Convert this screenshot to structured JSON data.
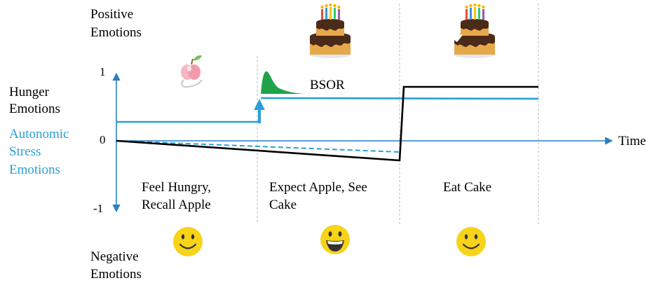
{
  "labels": {
    "positive_line1": "Positive",
    "positive_line2": "Emotions",
    "negative_line1": "Negative",
    "negative_line2": "Emotions",
    "hunger_line1": "Hunger",
    "hunger_line2": "Emotions",
    "stress_line1": "Autonomic",
    "stress_line2": "Stress",
    "stress_line3": "Emotions",
    "tick_top": "1",
    "tick_zero": "0",
    "tick_bottom": "-1",
    "time_axis": "Time",
    "bsor": "BSOR"
  },
  "phases": [
    {
      "line1": "Feel Hungry,",
      "line2": "Recall Apple",
      "face": "smile"
    },
    {
      "line1": "Expect Apple, See",
      "line2": "Cake",
      "face": "grin"
    },
    {
      "line1": "Eat Cake",
      "line2": "",
      "face": "smile"
    }
  ],
  "icons": [
    "apple-icon",
    "birthday-cake-icon",
    "bitten-cake-icon",
    "smiley-face-icon",
    "grinning-face-icon",
    "smiley-face-icon"
  ],
  "colors": {
    "hunger_line": "#000000",
    "stress_line": "#2a9fd6",
    "bsor_fill": "#1fa34a",
    "face_yellow": "#f7d319",
    "axis": "#2a7fc1"
  }
}
